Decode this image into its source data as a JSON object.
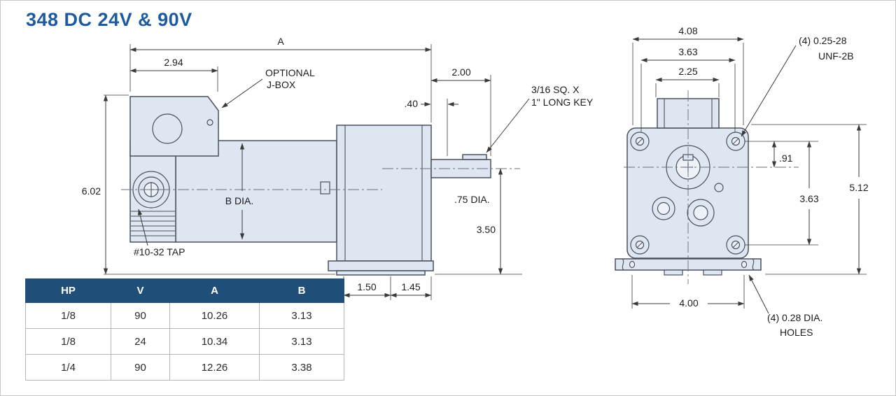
{
  "title": "348 DC 24V & 90V",
  "side_view": {
    "dim_a": "A",
    "dim_2_94": "2.94",
    "jbox_line1": "OPTIONAL",
    "jbox_line2": "J-BOX",
    "dim_2_00": "2.00",
    "dim_0_40": ".40",
    "key_line1": "3/16 SQ. X",
    "key_line2": "1\" LONG KEY",
    "dim_6_02": "6.02",
    "dim_b_dia": "B DIA.",
    "tap": "#10-32 TAP",
    "dia_75": ".75 DIA.",
    "dim_3_50": "3.50",
    "dim_1_50": "1.50",
    "dim_1_45": "1.45"
  },
  "front_view": {
    "dim_4_08": "4.08",
    "dim_3_63_top": "3.63",
    "dim_2_25": "2.25",
    "unf_line1": "(4) 0.25-28",
    "unf_line2": "UNF-2B",
    "dim_0_91": ".91",
    "dim_3_63_side": "3.63",
    "dim_5_12": "5.12",
    "dim_4_00": "4.00",
    "holes_line1": "(4) 0.28 DIA.",
    "holes_line2": "HOLES"
  },
  "table": {
    "headers": [
      "HP",
      "V",
      "A",
      "B"
    ],
    "rows": [
      [
        "1/8",
        "90",
        "10.26",
        "3.13"
      ],
      [
        "1/8",
        "24",
        "10.34",
        "3.13"
      ],
      [
        "1/4",
        "90",
        "12.26",
        "3.38"
      ]
    ]
  },
  "colors": {
    "title": "#1d5a9e",
    "table_header_bg": "#1f4e79",
    "table_header_text": "#ffffff",
    "drawing_fill": "#dde6f1",
    "outline": "#49505e"
  }
}
